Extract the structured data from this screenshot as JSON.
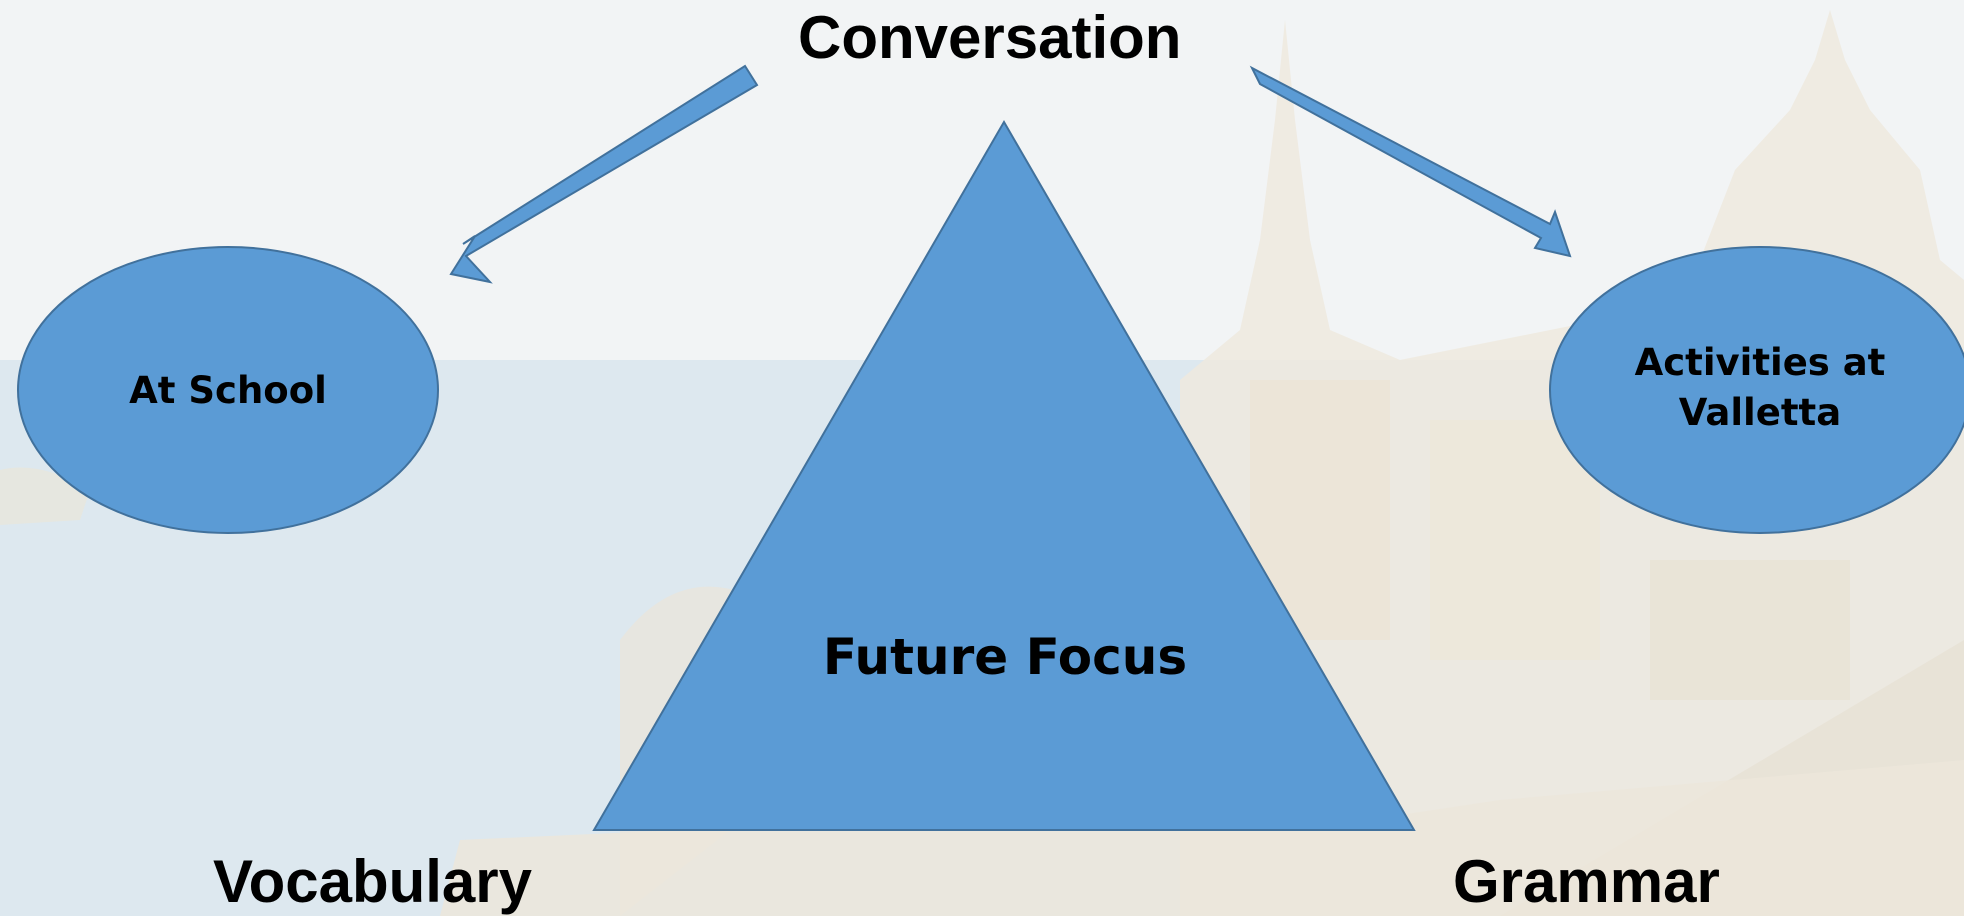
{
  "labels": {
    "top": "Conversation",
    "bottom_left": "Vocabulary",
    "bottom_right": "Grammar"
  },
  "shapes": {
    "left_ellipse": "At School",
    "right_ellipse_line1": "Activities at",
    "right_ellipse_line2": "Valletta",
    "triangle": "Future Focus"
  },
  "colors": {
    "shape_fill": "#5b9bd5",
    "shape_stroke": "#41719c",
    "text": "#000000"
  }
}
